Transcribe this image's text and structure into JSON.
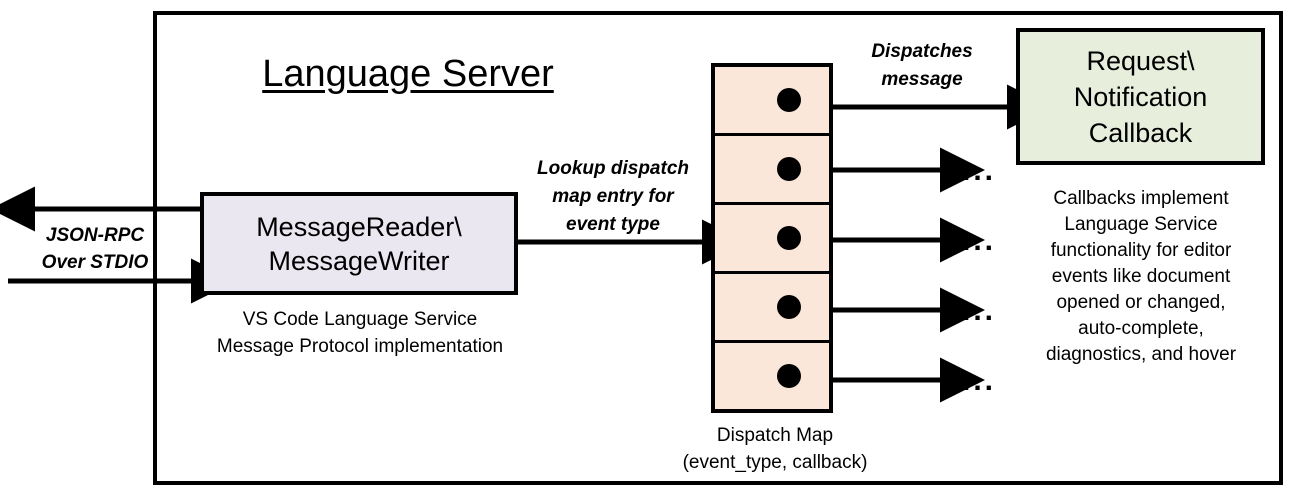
{
  "diagram": {
    "title": "Language Server",
    "boxes": {
      "message_reader": {
        "label_line1": "MessageReader\\",
        "label_line2": "MessageWriter",
        "caption_line1": "VS Code Language Service",
        "caption_line2": "Message Protocol implementation",
        "fill": "#EAE7F0"
      },
      "dispatch_map": {
        "caption_line1": "Dispatch Map",
        "caption_line2": "(event_type, callback)",
        "fill": "#FBE7DA",
        "rows": 5
      },
      "callback": {
        "label_line1": "Request\\",
        "label_line2": "Notification",
        "label_line3": "Callback",
        "fill": "#E8EEDC",
        "caption_line1": "Callbacks implement",
        "caption_line2": "Language Service",
        "caption_line3": "functionality for editor",
        "caption_line4": "events like document",
        "caption_line5": "opened or changed,",
        "caption_line6": "auto-complete,",
        "caption_line7": "diagnostics, and hover"
      }
    },
    "edge_labels": {
      "jsonrpc_line1": "JSON-RPC",
      "jsonrpc_line2": "Over STDIO",
      "lookup_line1": "Lookup dispatch",
      "lookup_line2": "map entry for",
      "lookup_line3": "event type",
      "dispatches_line1": "Dispatches",
      "dispatches_line2": "message"
    },
    "ellipses": [
      "...",
      "...",
      "...",
      "..."
    ],
    "frame_color": "#000000"
  }
}
